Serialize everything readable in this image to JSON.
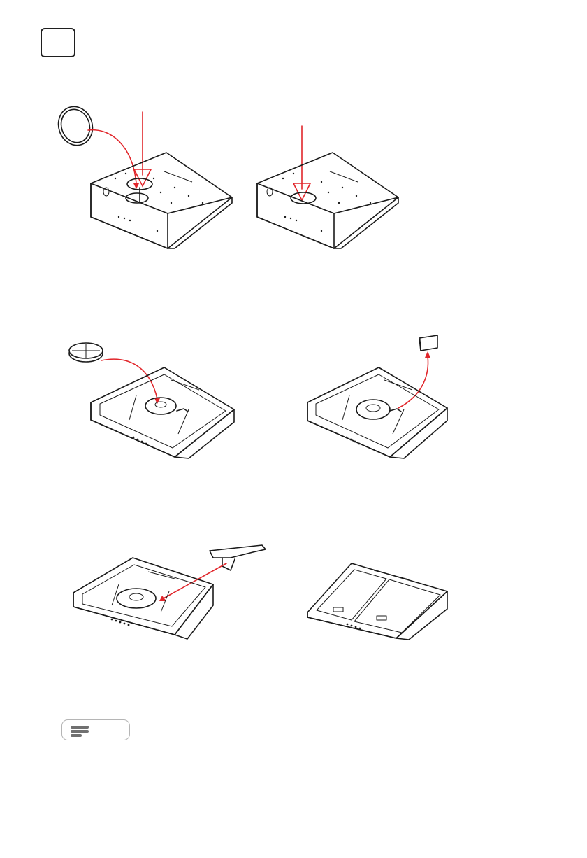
{
  "page": {
    "step_number": "",
    "note_label": ""
  },
  "figures": [
    {
      "id": "remove-top-cover-plate",
      "icon": "circular-cover-plate"
    },
    {
      "id": "top-outlet-open",
      "icon": "open-outlet"
    },
    {
      "id": "install-charcoal-filter",
      "icon": "charcoal-filter"
    },
    {
      "id": "remove-clip",
      "icon": "clip"
    },
    {
      "id": "install-bracket",
      "icon": "filter-bracket"
    },
    {
      "id": "refit-grease-filters",
      "icon": "grease-filters"
    }
  ],
  "colors": {
    "line": "#1a1a1a",
    "arrow": "#e1262b",
    "note_border": "#b5b5b5",
    "note_icon": "#707070"
  }
}
